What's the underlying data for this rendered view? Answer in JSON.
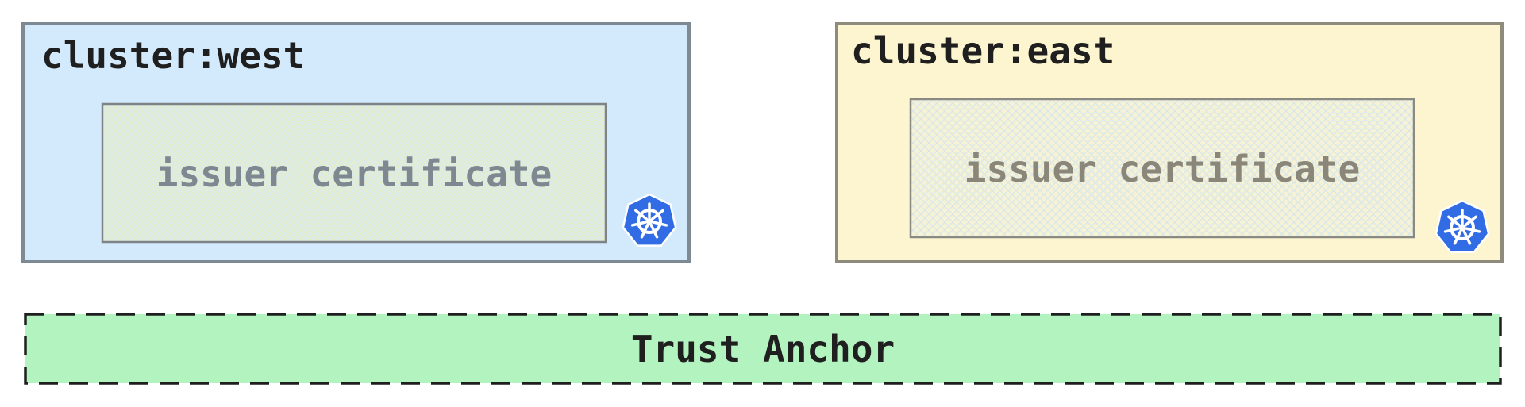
{
  "clusters": {
    "west": {
      "title": "cluster:west",
      "certificate_label": "issuer certificate",
      "icon": "kubernetes-icon",
      "fill_color": "#d3eafc",
      "border_color": "#7e8a93",
      "cert_text_color": "#7d8890"
    },
    "east": {
      "title": "cluster:east",
      "certificate_label": "issuer certificate",
      "icon": "kubernetes-icon",
      "fill_color": "#fdf5cf",
      "border_color": "#8e8b7c",
      "cert_text_color": "#8a877a"
    }
  },
  "trust_anchor": {
    "label": "Trust Anchor",
    "fill_color": "#b3f3bf",
    "border_color": "#1f1f1f",
    "border_style": "dashed"
  },
  "colors": {
    "kubernetes_blue": "#326ce5"
  }
}
